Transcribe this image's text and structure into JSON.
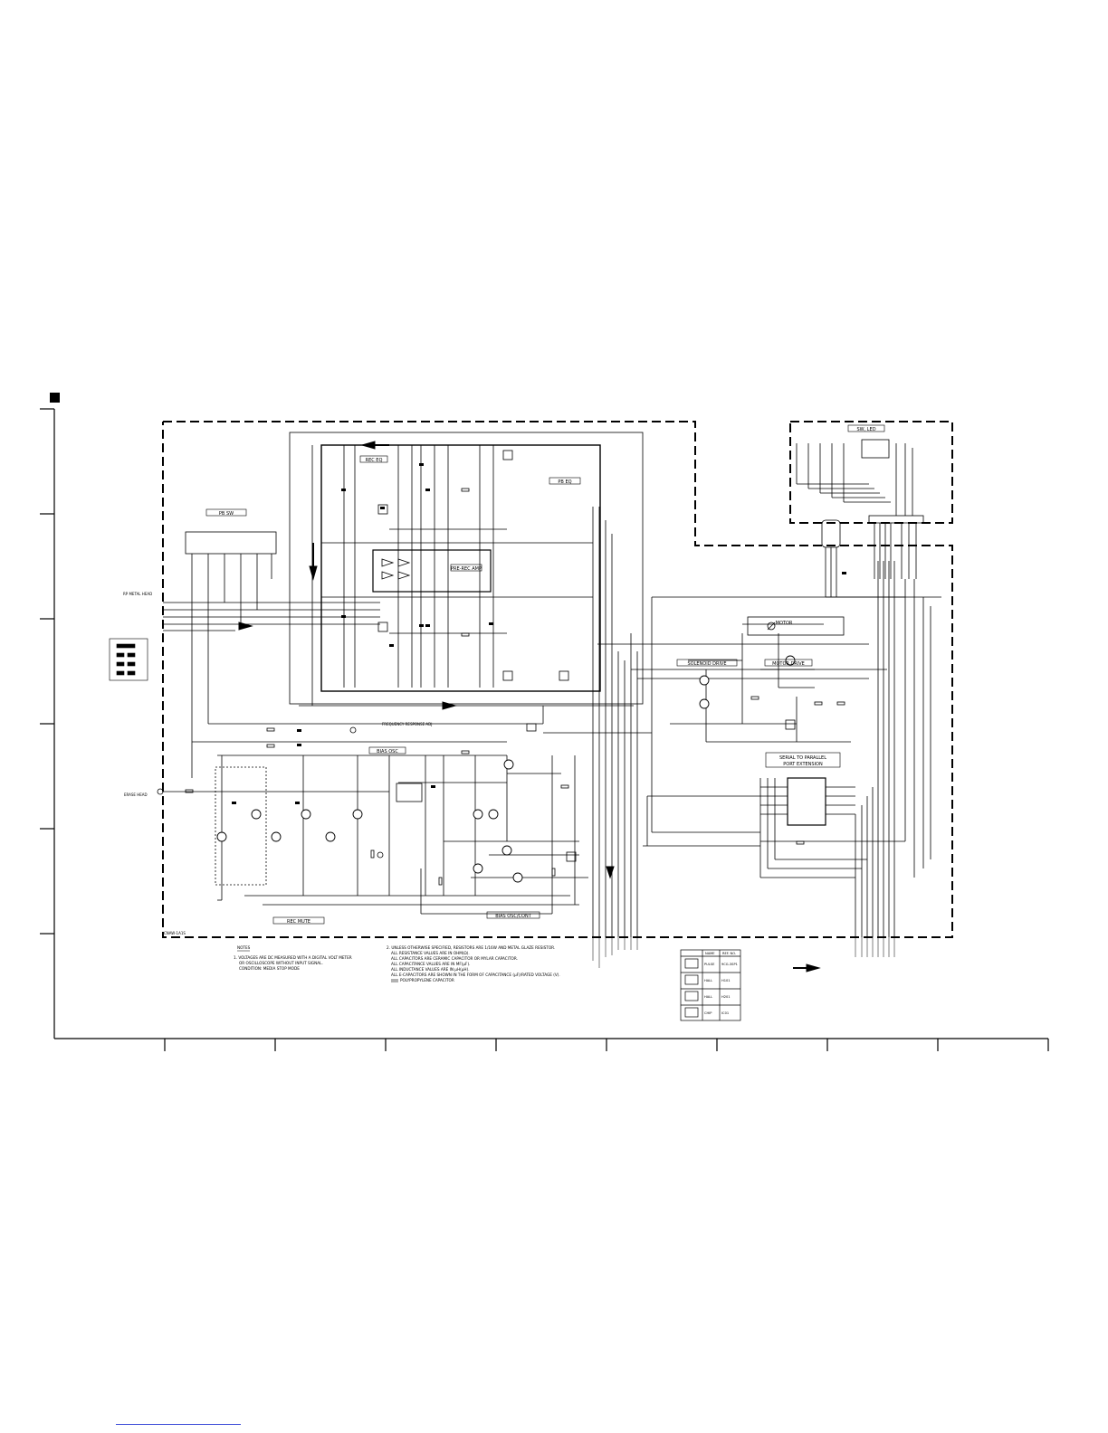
{
  "blocks": {
    "pb_sw": "PB SW",
    "rec_eq": "REC EQ",
    "pb_eq": "PB EQ",
    "sw_led": "SW, LED",
    "preamp": "PRE-REC AMP",
    "motor": "MOTOR",
    "solenoid_drive": "SOLENOID DRIVE",
    "motor_drive": "MOTOR DRIVE",
    "serial_title": "SERIAL TO PARALLEL",
    "serial_subtitle": "PORT EXTENSION",
    "bias_osc": "BIAS OSC",
    "rec_mute": "REC MUTE",
    "bias_osc_cont": "BIAS OSC/CONT",
    "head_label": "RP METAL HEAD",
    "erase_label": "ERASE HEAD",
    "freq_adj": "FREQUENCY RESPONSE ADJ"
  },
  "notes": {
    "heading": "NOTES",
    "n1": "1. VOLTAGES ARE DC MEASURED WITH A DIGITAL VOLT METER",
    "n1b": "OR OSCILLOSCOPE WITHOUT INPUT SIGNAL.",
    "n1c": "CONDITION: MEDIA STOP MODE",
    "n2": "2. UNLESS OTHERWISE SPECIFIED, RESISTORS ARE 1/16W AND METAL GLAZE RESISTOR.",
    "n2a": "ALL RESISTANCE VALUES ARE IN OHM(Ω).",
    "n2b": "ALL CAPACITORS ARE CERAMIC CAPACITOR OR MYLAR CAPACITOR.",
    "n2c": "ALL CAPACITANCE VALUES ARE IN MF(μF).",
    "n2d": "ALL INDUCTANCE VALUES ARE IN μH(μH).",
    "n2e": "ALL E-CAPACITORS ARE SHOWN IN THE FORM OF CAPACITANCE (μF)/RATED VOLTAGE (V).",
    "n2f": "POLYPROPYLENE CAPACITOR"
  },
  "table": {
    "headers": [
      "",
      "NAME",
      "REF. NO."
    ],
    "rows": [
      {
        "name": "PULSE",
        "ref": "9CG-3SP1"
      },
      {
        "name": "HALL",
        "ref": "H101"
      },
      {
        "name": "HALL",
        "ref": "H201"
      },
      {
        "name": "CHIP",
        "ref": "IC01"
      }
    ]
  },
  "board_code": "CNAW-1A1S"
}
